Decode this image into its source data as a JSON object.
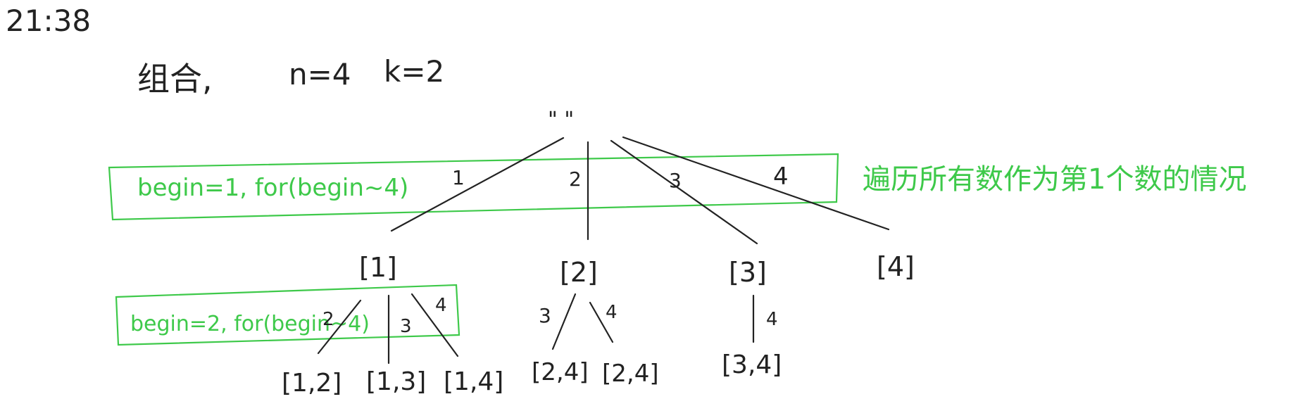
{
  "timestamp": "21:38",
  "title": {
    "label": "组合,",
    "n": "n=4",
    "k": "k=2"
  },
  "root": "\"  \"",
  "annotations": {
    "level1_box": "begin=1, for(begin~4)",
    "level1_note": "遍历所有数作为第1个数的情况",
    "level2_box": "begin=2, for(begin~4)"
  },
  "level1": {
    "edges": [
      "1",
      "2",
      "3",
      "4"
    ],
    "nodes": [
      "[1]",
      "[2]",
      "[3]",
      "[4]"
    ]
  },
  "level2": {
    "edges_from_1": [
      "2",
      "3",
      "4"
    ],
    "edges_from_2": [
      "3",
      "4"
    ],
    "edges_from_3": [
      "4"
    ],
    "leaves_from_1": [
      "[1,2]",
      "[1,3]",
      "[1,4]"
    ],
    "leaves_from_2": [
      "[2,4]",
      "[2,4]"
    ],
    "leaves_from_3": [
      "[3,4]"
    ]
  },
  "colors": {
    "ink": "#222222",
    "annotation": "#3ec94a"
  }
}
